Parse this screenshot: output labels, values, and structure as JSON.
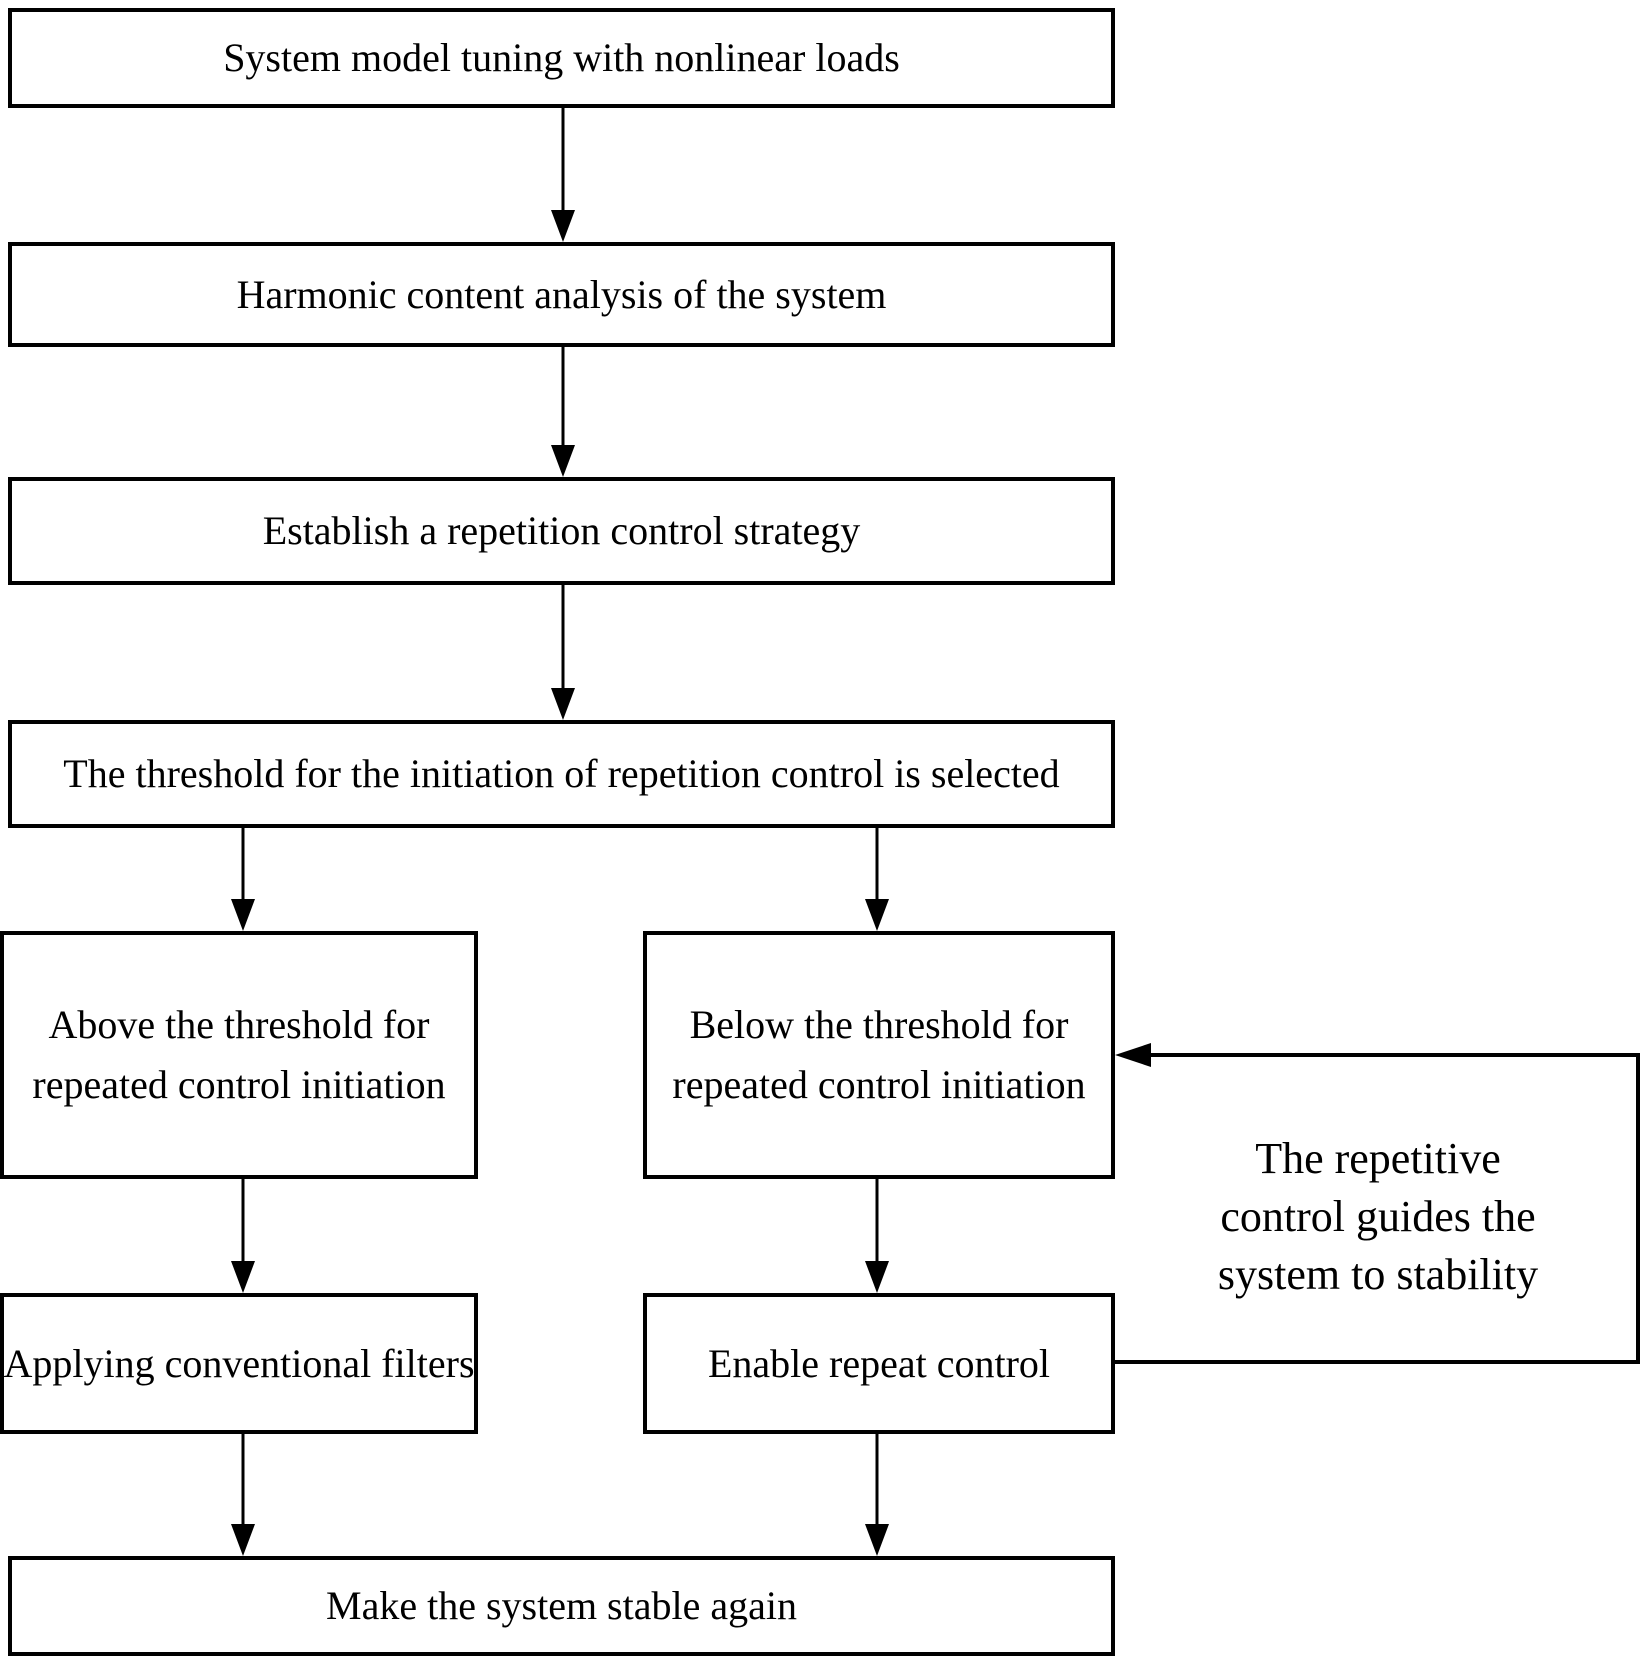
{
  "diagram": {
    "nodes": {
      "system_model_tuning": {
        "label": "System model tuning with nonlinear loads"
      },
      "harmonic_analysis": {
        "label": "Harmonic content analysis of the system"
      },
      "repetition_control_strategy": {
        "label": "Establish a repetition control strategy"
      },
      "threshold_selection": {
        "label": "The threshold for the initiation of repetition control is selected"
      },
      "above_threshold": {
        "lines": [
          "Above the threshold for",
          "repeated control initiation"
        ]
      },
      "below_threshold": {
        "lines": [
          "Below the threshold for",
          "repeated control initiation"
        ]
      },
      "applying_filters": {
        "label": "Applying conventional filters"
      },
      "enable_repeat_control": {
        "label": "Enable repeat control"
      },
      "make_system_stable": {
        "label": "Make the system stable again"
      }
    },
    "annotation": {
      "lines": [
        "The repetitive",
        "control guides the",
        "system to stability"
      ]
    },
    "edges": [
      {
        "from": "system_model_tuning",
        "to": "harmonic_analysis"
      },
      {
        "from": "harmonic_analysis",
        "to": "repetition_control_strategy"
      },
      {
        "from": "repetition_control_strategy",
        "to": "threshold_selection"
      },
      {
        "from": "threshold_selection",
        "to": "above_threshold"
      },
      {
        "from": "threshold_selection",
        "to": "below_threshold"
      },
      {
        "from": "above_threshold",
        "to": "applying_filters"
      },
      {
        "from": "below_threshold",
        "to": "enable_repeat_control"
      },
      {
        "from": "applying_filters",
        "to": "make_system_stable"
      },
      {
        "from": "enable_repeat_control",
        "to": "make_system_stable"
      },
      {
        "from": "enable_repeat_control",
        "to": "below_threshold",
        "type": "feedback"
      }
    ],
    "colors": {
      "stroke": "#000000",
      "fill": "#ffffff",
      "text": "#000000"
    }
  }
}
